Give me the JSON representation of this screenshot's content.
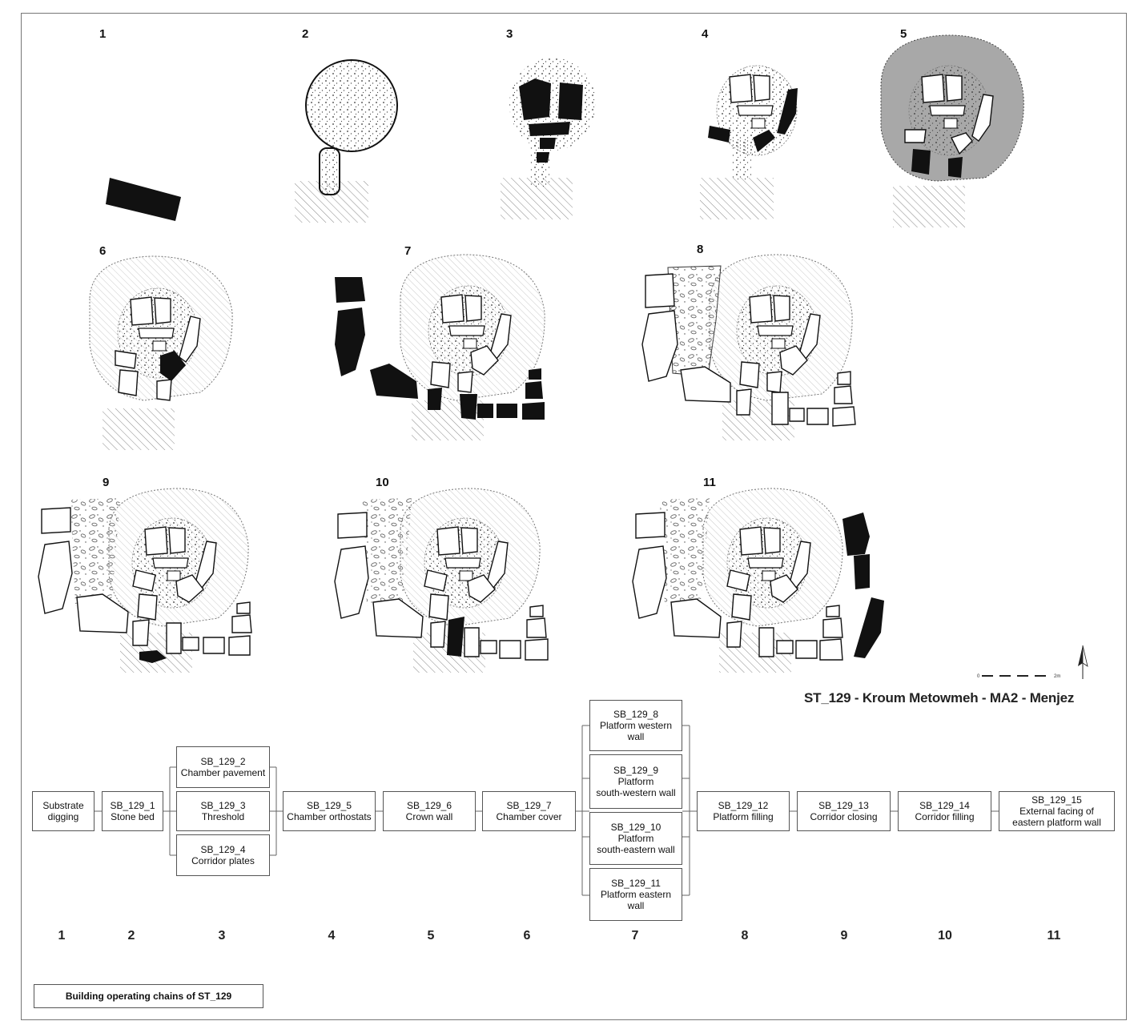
{
  "stage_labels": [
    "1",
    "2",
    "3",
    "4",
    "5",
    "6",
    "7",
    "8",
    "9",
    "10",
    "11"
  ],
  "title": "ST_129 - Kroum Metowmeh - MA2 - Menjez",
  "scale_bar": {
    "start": "0",
    "end": "2m"
  },
  "chain": {
    "b1": {
      "line1": "Substrate",
      "line2": "digging"
    },
    "b2": {
      "line1": "SB_129_1",
      "line2": "Stone bed"
    },
    "b3a": {
      "line1": "SB_129_2",
      "line2": "Chamber pavement"
    },
    "b3b": {
      "line1": "SB_129_3",
      "line2": "Threshold"
    },
    "b3c": {
      "line1": "SB_129_4",
      "line2": "Corridor plates"
    },
    "b4": {
      "line1": "SB_129_5",
      "line2": "Chamber orthostats"
    },
    "b5": {
      "line1": "SB_129_6",
      "line2": "Crown wall"
    },
    "b6": {
      "line1": "SB_129_7",
      "line2": "Chamber cover"
    },
    "b7a": {
      "line1": "SB_129_8",
      "line2": "Platform western",
      "line3": "wall"
    },
    "b7b": {
      "line1": "SB_129_9",
      "line2": "Platform",
      "line3": "south-western wall"
    },
    "b7c": {
      "line1": "SB_129_10",
      "line2": "Platform",
      "line3": "south-eastern wall"
    },
    "b7d": {
      "line1": "SB_129_11",
      "line2": "Platform eastern",
      "line3": "wall"
    },
    "b8": {
      "line1": "SB_129_12",
      "line2": "Platform filling"
    },
    "b9": {
      "line1": "SB_129_13",
      "line2": "Corridor closing"
    },
    "b10": {
      "line1": "SB_129_14",
      "line2": "Corridor filling"
    },
    "b11": {
      "line1": "SB_129_15",
      "line2": "External facing of",
      "line3": "eastern platform wall"
    }
  },
  "sequence_numbers": [
    "1",
    "2",
    "3",
    "4",
    "5",
    "6",
    "7",
    "8",
    "9",
    "10",
    "11"
  ],
  "caption": "Building operating chains of ST_129"
}
